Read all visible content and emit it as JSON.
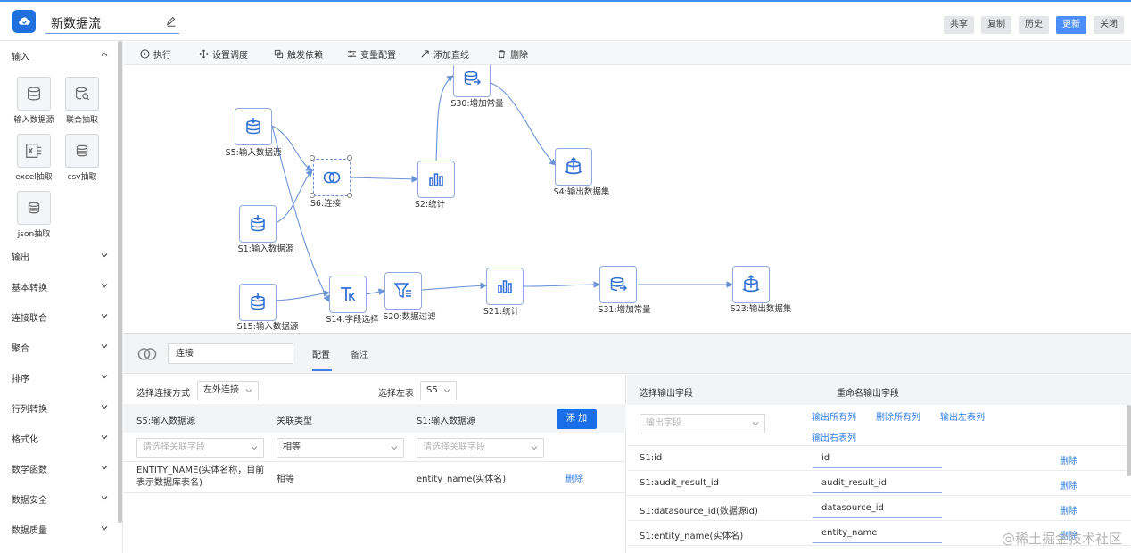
{
  "header": {
    "title": "新数据流",
    "buttons": [
      "共享",
      "复制",
      "历史",
      "更新",
      "关闭"
    ]
  },
  "sidebar": {
    "input_section": "输入",
    "tools": [
      {
        "label": "输入数据源",
        "icon": "database-download-icon"
      },
      {
        "label": "联合抽取",
        "icon": "database-search-icon"
      },
      {
        "label": "excel抽取",
        "icon": "excel-icon"
      },
      {
        "label": "csv抽取",
        "icon": "csv-icon"
      },
      {
        "label": "json抽取",
        "icon": "json-icon"
      }
    ],
    "categories": [
      "输出",
      "基本转换",
      "连接联合",
      "聚合",
      "排序",
      "行列转换",
      "格式化",
      "数学函数",
      "数据安全",
      "数据质量"
    ]
  },
  "toolbar": {
    "items": [
      "执行",
      "设置调度",
      "触发依赖",
      "变量配置",
      "添加直线",
      "删除"
    ]
  },
  "canvas": {
    "nodes": [
      {
        "id": "s5",
        "label": "S5:输入数据源",
        "icon": "database-download-icon"
      },
      {
        "id": "s6",
        "label": "S6:连接",
        "icon": "join-icon"
      },
      {
        "id": "s1",
        "label": "S1:输入数据源",
        "icon": "database-download-icon"
      },
      {
        "id": "s2",
        "label": "S2:统计",
        "icon": "bar-chart-icon"
      },
      {
        "id": "s30",
        "label": "S30:增加常量",
        "icon": "database-add-icon"
      },
      {
        "id": "s4",
        "label": "S4:输出数据集",
        "icon": "database-upload-icon"
      },
      {
        "id": "s15",
        "label": "S15:输入数据源",
        "icon": "database-download-icon"
      },
      {
        "id": "s14",
        "label": "S14:字段选择",
        "icon": "field-select-icon"
      },
      {
        "id": "s20",
        "label": "S20:数据过滤",
        "icon": "filter-icon"
      },
      {
        "id": "s21",
        "label": "S21:统计",
        "icon": "bar-chart-icon"
      },
      {
        "id": "s31",
        "label": "S31:增加常量",
        "icon": "database-add-icon"
      },
      {
        "id": "s23",
        "label": "S23:输出数据集",
        "icon": "database-upload-icon"
      }
    ]
  },
  "panel": {
    "name_value": "连接",
    "tabs": [
      "配置",
      "备注"
    ],
    "join_type_label": "选择连接方式",
    "join_type_value": "左外连接",
    "left_table_label": "选择左表",
    "left_table_value": "S5",
    "columns": [
      "S5:输入数据源",
      "关联类型",
      "S1:输入数据源"
    ],
    "add_button": "添 加",
    "left_field_placeholder": "请选择关联字段",
    "relation_value": "相等",
    "right_field_placeholder": "请选择关联字段",
    "row": {
      "left_field": "ENTITY_NAME(实体名称，目前表示数据库表名)",
      "relation": "相等",
      "right_field": "entity_name(实体名)",
      "delete": "删除"
    }
  },
  "output": {
    "select_label": "选择输出字段",
    "rename_label": "重命名输出字段",
    "field_placeholder": "输出字段",
    "actions": [
      "输出所有列",
      "删除所有列",
      "输出左表列",
      "输出右表列"
    ],
    "rows": [
      {
        "field": "S1:id",
        "rename": "id",
        "delete": "删除"
      },
      {
        "field": "S1:audit_result_id",
        "rename": "audit_result_id",
        "delete": "删除"
      },
      {
        "field": "S1:datasource_id(数据源id)",
        "rename": "datasource_id",
        "delete": "删除"
      },
      {
        "field": "S1:entity_name(实体名)",
        "rename": "entity_name",
        "delete": "删除"
      }
    ]
  },
  "watermark": "@稀土掘金技术社区",
  "colors": {
    "accent": "#1a6ee8",
    "node_border": "#8fa9d9",
    "edge": "#6b93d8",
    "link": "#2f7be6"
  }
}
